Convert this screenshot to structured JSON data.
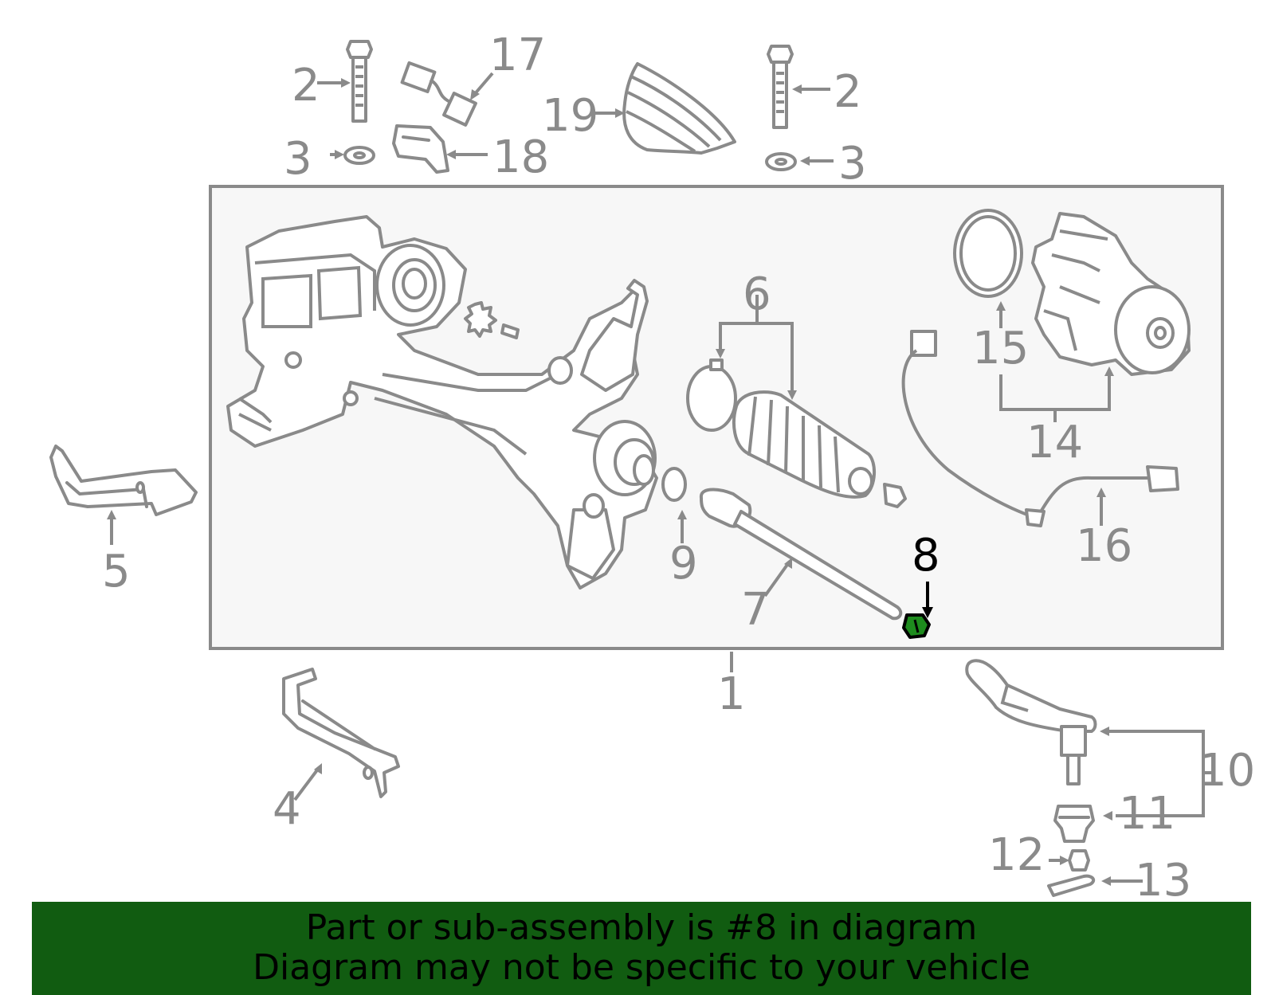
{
  "diagram": {
    "highlight_part": "8",
    "colors": {
      "line": "#8a8a8a",
      "highlight": "#1e8c1e",
      "banner": "#115c11",
      "panel": "#f7f7f7"
    },
    "callouts": {
      "c1": "1",
      "c2a": "2",
      "c2b": "2",
      "c3a": "3",
      "c3b": "3",
      "c4": "4",
      "c5": "5",
      "c6": "6",
      "c7": "7",
      "c8": "8",
      "c9": "9",
      "c10": "10",
      "c11": "11",
      "c12": "12",
      "c13": "13",
      "c14": "14",
      "c15": "15",
      "c16": "16",
      "c17": "17",
      "c18": "18",
      "c19": "19"
    }
  },
  "banner": {
    "line1": "Part or sub-assembly is #8 in diagram",
    "line2": "Diagram may not be specific to your vehicle"
  }
}
